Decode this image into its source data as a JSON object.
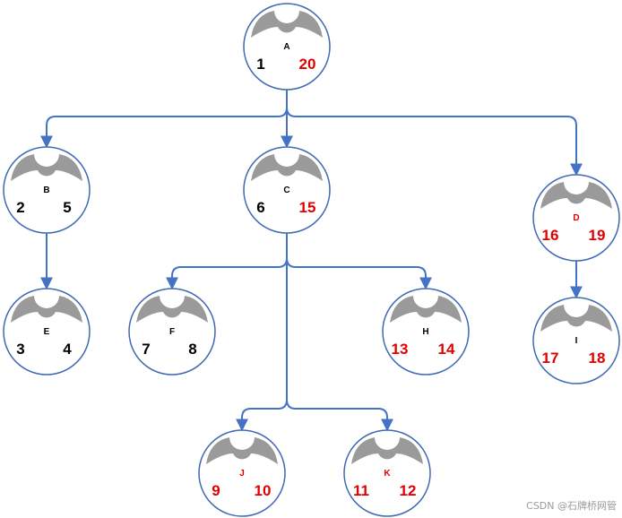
{
  "colors": {
    "edge": "#4472c4",
    "circle_stroke": "#3f6ab4",
    "cap": "#9a9a9a",
    "black_text": "#000000",
    "red_text": "#e00000"
  },
  "nodes": [
    {
      "id": "A",
      "label": "A",
      "left": "1",
      "right": "20",
      "label_color": "#000000",
      "left_color": "#000000",
      "right_color": "#e00000"
    },
    {
      "id": "B",
      "label": "B",
      "left": "2",
      "right": "5",
      "label_color": "#000000",
      "left_color": "#000000",
      "right_color": "#000000"
    },
    {
      "id": "C",
      "label": "C",
      "left": "6",
      "right": "15",
      "label_color": "#000000",
      "left_color": "#000000",
      "right_color": "#e00000"
    },
    {
      "id": "D",
      "label": "D",
      "left": "16",
      "right": "19",
      "label_color": "#e00000",
      "left_color": "#e00000",
      "right_color": "#e00000"
    },
    {
      "id": "E",
      "label": "E",
      "left": "3",
      "right": "4",
      "label_color": "#000000",
      "left_color": "#000000",
      "right_color": "#000000"
    },
    {
      "id": "F",
      "label": "F",
      "left": "7",
      "right": "8",
      "label_color": "#000000",
      "left_color": "#000000",
      "right_color": "#000000"
    },
    {
      "id": "H",
      "label": "H",
      "left": "13",
      "right": "14",
      "label_color": "#000000",
      "left_color": "#e00000",
      "right_color": "#e00000"
    },
    {
      "id": "I",
      "label": "I",
      "left": "17",
      "right": "18",
      "label_color": "#000000",
      "left_color": "#e00000",
      "right_color": "#e00000"
    },
    {
      "id": "J",
      "label": "J",
      "left": "9",
      "right": "10",
      "label_color": "#e00000",
      "left_color": "#e00000",
      "right_color": "#e00000"
    },
    {
      "id": "K",
      "label": "K",
      "left": "11",
      "right": "12",
      "label_color": "#e00000",
      "left_color": "#e00000",
      "right_color": "#e00000"
    }
  ],
  "edges": [
    {
      "from": "A",
      "to": "B"
    },
    {
      "from": "A",
      "to": "C"
    },
    {
      "from": "A",
      "to": "D"
    },
    {
      "from": "B",
      "to": "E"
    },
    {
      "from": "C",
      "to": "F"
    },
    {
      "from": "C",
      "to": "H"
    },
    {
      "from": "C",
      "to": "J"
    },
    {
      "from": "C",
      "to": "K"
    },
    {
      "from": "D",
      "to": "I"
    }
  ],
  "watermark": "CSDN @石牌桥网管"
}
